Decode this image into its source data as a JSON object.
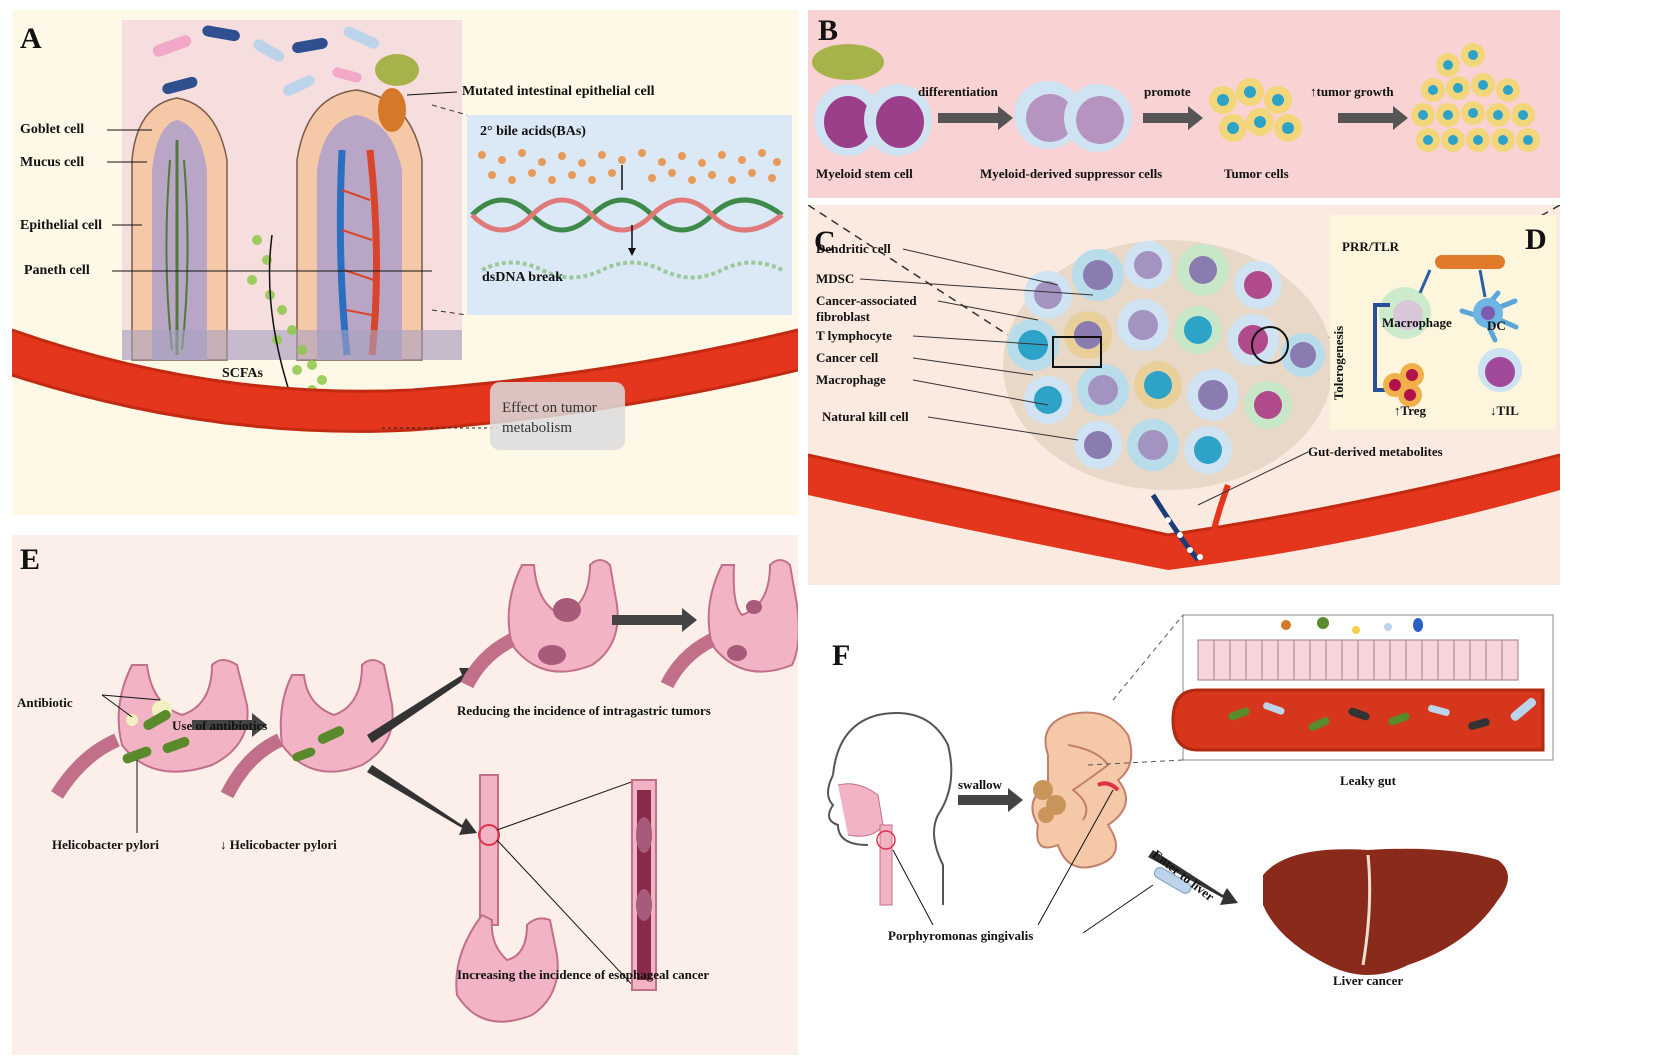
{
  "panels": {
    "A": {
      "letter": "A",
      "labels": {
        "goblet": "Goblet cell",
        "mucus": "Mucus cell",
        "epithelial": "Epithelial cell",
        "paneth": "Paneth cell",
        "mutated": "Mutated intestinal epithelial cell",
        "bile": "2° bile acids(BAs)",
        "dsdna": "dsDNA break",
        "scfa": "SCFAs",
        "effect_line1": "Effect on tumor",
        "effect_line2": "metabolism"
      }
    },
    "B": {
      "letter": "B",
      "labels": {
        "myeloid_stem": "Myeloid stem cell",
        "mdsc_full": "Myeloid-derived suppressor cells",
        "tumor_cells": "Tumor cells",
        "differentiation": "differentiation",
        "promote": "promote",
        "tumor_growth": "↑tumor growth"
      }
    },
    "C": {
      "letter": "C",
      "labels": {
        "dendritic": "Dendritic cell",
        "mdsc": "MDSC",
        "caf_line1": "Cancer-associated",
        "caf_line2": "fibroblast",
        "t_lymph": "T lymphocyte",
        "cancer_cell": "Cancer cell",
        "macrophage": "Macrophage",
        "nk": "Natural kill cell",
        "gut_metabolites": "Gut-derived metabolites"
      }
    },
    "D": {
      "letter": "D",
      "labels": {
        "prr": "PRR/TLR",
        "macrophage": "Macrophage",
        "dc": "DC",
        "tolerogenesis": "Tolerogenesis",
        "treg": "↑Treg",
        "til": "↓TIL"
      }
    },
    "E": {
      "letter": "E",
      "labels": {
        "antibiotic": "Antibiotic",
        "use_antibiotics": "Use of antibiotics",
        "hp": "Helicobacter pylori",
        "hp_down": "↓ Helicobacter pylori",
        "reducing": "Reducing the incidence of intragastric tumors",
        "increasing": "Increasing the incidence of esophageal cancer"
      }
    },
    "F": {
      "letter": "F",
      "labels": {
        "swallow": "swallow",
        "leaky": "Leaky gut",
        "enter_liver": "Enter to liver",
        "pg": "Porphyromonas gingivalis",
        "liver_cancer": "Liver cancer"
      }
    }
  },
  "colors": {
    "panel_a_bg": "#fdf9e6",
    "panel_b_bg": "#f9d3d3",
    "panel_c_bg": "#fbeadf",
    "panel_d_bg": "#fdf6dc",
    "panel_e_bg": "#fcefea",
    "panel_f_bg": "#ffffff",
    "vessel_red": "#e3361c",
    "stomach_pink": "#f2b4c4",
    "bacteria_green": "#5a8a2c"
  }
}
